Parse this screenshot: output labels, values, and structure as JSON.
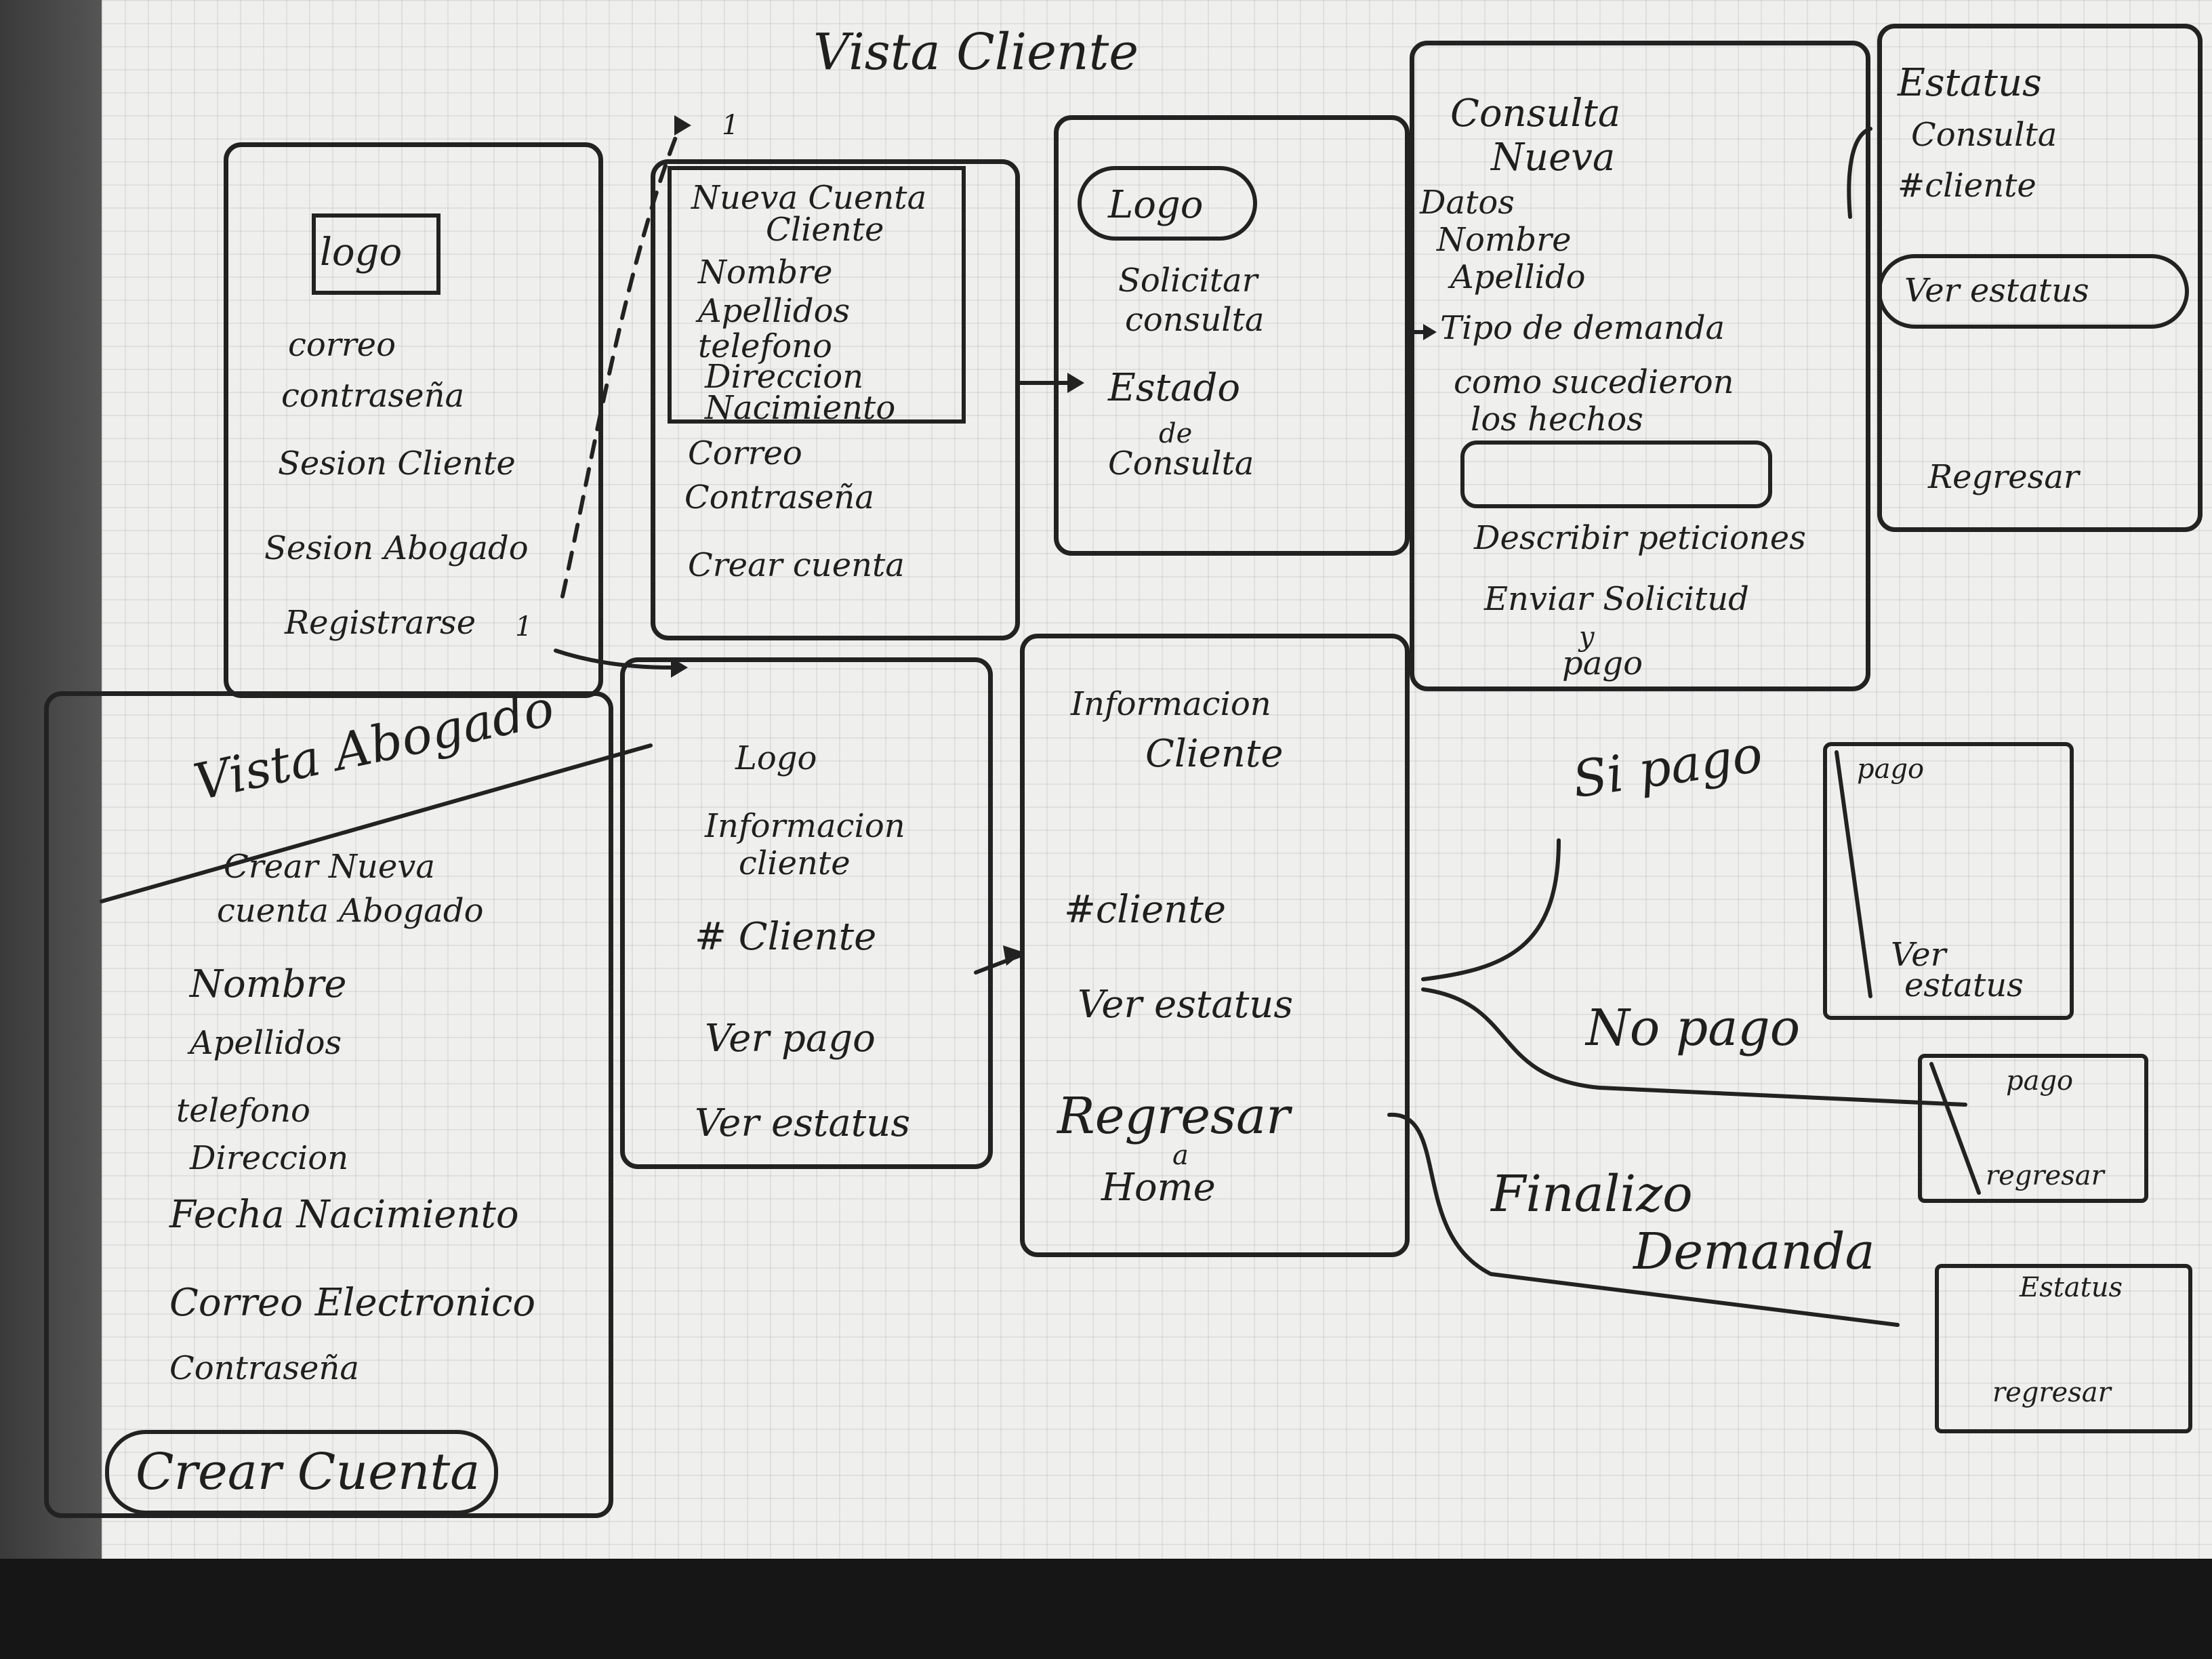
{
  "titles": {
    "cliente": "Vista Cliente",
    "abogado": "Vista Abogado"
  },
  "login": {
    "logo": "logo",
    "correo": "correo",
    "contrasena": "contraseña",
    "sesion_cliente": "Sesion Cliente",
    "sesion_abogado": "Sesion Abogado",
    "registrarse": "Registrarse",
    "marker": "1"
  },
  "registro": {
    "marker": "1",
    "header": [
      "Nueva Cuenta",
      "Cliente"
    ],
    "fields": [
      "Nombre",
      "Apellidos",
      "telefono",
      "Direccion",
      "Nacimiento"
    ],
    "correo": "Correo",
    "contrasena": "Contraseña",
    "crear": "Crear cuenta"
  },
  "menu_cliente": {
    "logo": "Logo",
    "solicitar": [
      "Solicitar",
      "consulta"
    ],
    "estado": [
      "Estado",
      "de",
      "Consulta"
    ]
  },
  "consulta_nueva": {
    "header": [
      "Consulta",
      "Nueva"
    ],
    "lines": [
      "Datos",
      "Nombre",
      "Apellido",
      "Tipo de demanda",
      "como sucedieron",
      "los hechos"
    ],
    "describir": "Describir peticiones",
    "enviar": "Enviar Solicitud",
    "pago": [
      "y",
      "pago"
    ]
  },
  "estatus": {
    "lines": [
      "Estatus",
      "Consulta",
      "#cliente"
    ],
    "ver": "Ver estatus",
    "regresar": "Regresar"
  },
  "abogado_registro": {
    "header": [
      "Crear Nueva",
      "cuenta Abogado"
    ],
    "fields": [
      "Nombre",
      "Apellidos",
      "telefono",
      "Direccion",
      "Fecha Nacimiento",
      "Correo Electronico",
      "Contraseña"
    ],
    "crear": "Crear Cuenta"
  },
  "menu_abogado": {
    "logo": "Logo",
    "info": [
      "Informacion",
      "cliente"
    ],
    "cliente": "# Cliente",
    "ver_pago": "Ver pago",
    "ver_estatus": "Ver estatus"
  },
  "info_cliente": {
    "header": [
      "Informacion",
      "Cliente"
    ],
    "cliente": "#cliente",
    "ver_estatus": "Ver estatus",
    "regresar": [
      "Regresar",
      "a",
      "Home"
    ]
  },
  "branches": {
    "si_pago": "Si pago",
    "no_pago": "No pago",
    "finalizo": [
      "Finalizo",
      "Demanda"
    ]
  },
  "si_box": {
    "top": "pago",
    "bottom": [
      "Ver",
      "estatus"
    ]
  },
  "no_box": {
    "top": "pago",
    "bottom": "regresar"
  },
  "fin_box": {
    "top": "Estatus",
    "bottom": "regresar"
  }
}
